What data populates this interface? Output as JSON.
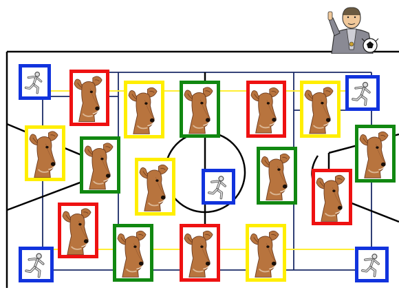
{
  "colors": {
    "red": "#ee1111",
    "yellow": "#ffee00",
    "green": "#118811",
    "blue": "#1133dd",
    "field_line": "#000000",
    "grid_line": "#1a2a66",
    "yellow_line": "#ffee33",
    "deer_fur": "#b8743e",
    "deer_dark": "#6b3a1e"
  },
  "character": {
    "icon": "coach-with-ball-icon"
  },
  "cards": [
    {
      "name": "card-blue-runner-1",
      "kind": "runner",
      "color": "blue"
    },
    {
      "name": "card-red-deer-1",
      "kind": "deer",
      "color": "red"
    },
    {
      "name": "card-yellow-deer-1",
      "kind": "deer",
      "color": "yellow"
    },
    {
      "name": "card-green-deer-1",
      "kind": "deer",
      "color": "green"
    },
    {
      "name": "card-red-deer-2",
      "kind": "deer",
      "color": "red"
    },
    {
      "name": "card-yellow-deer-2",
      "kind": "deer",
      "color": "yellow"
    },
    {
      "name": "card-blue-runner-2",
      "kind": "runner",
      "color": "blue"
    },
    {
      "name": "card-yellow-deer-3",
      "kind": "deer",
      "color": "yellow"
    },
    {
      "name": "card-green-deer-2",
      "kind": "deer",
      "color": "green"
    },
    {
      "name": "card-yellow-deer-4",
      "kind": "deer",
      "color": "yellow"
    },
    {
      "name": "card-blue-runner-3",
      "kind": "runner",
      "color": "blue"
    },
    {
      "name": "card-green-deer-3",
      "kind": "deer",
      "color": "green"
    },
    {
      "name": "card-red-deer-3",
      "kind": "deer",
      "color": "red"
    },
    {
      "name": "card-green-deer-4",
      "kind": "deer",
      "color": "green"
    },
    {
      "name": "card-red-deer-4",
      "kind": "deer",
      "color": "red"
    },
    {
      "name": "card-green-deer-5",
      "kind": "deer",
      "color": "green"
    },
    {
      "name": "card-red-deer-5",
      "kind": "deer",
      "color": "red"
    },
    {
      "name": "card-yellow-deer-5",
      "kind": "deer",
      "color": "yellow"
    },
    {
      "name": "card-blue-runner-4",
      "kind": "runner",
      "color": "blue"
    },
    {
      "name": "card-blue-runner-5",
      "kind": "runner",
      "color": "blue"
    }
  ]
}
